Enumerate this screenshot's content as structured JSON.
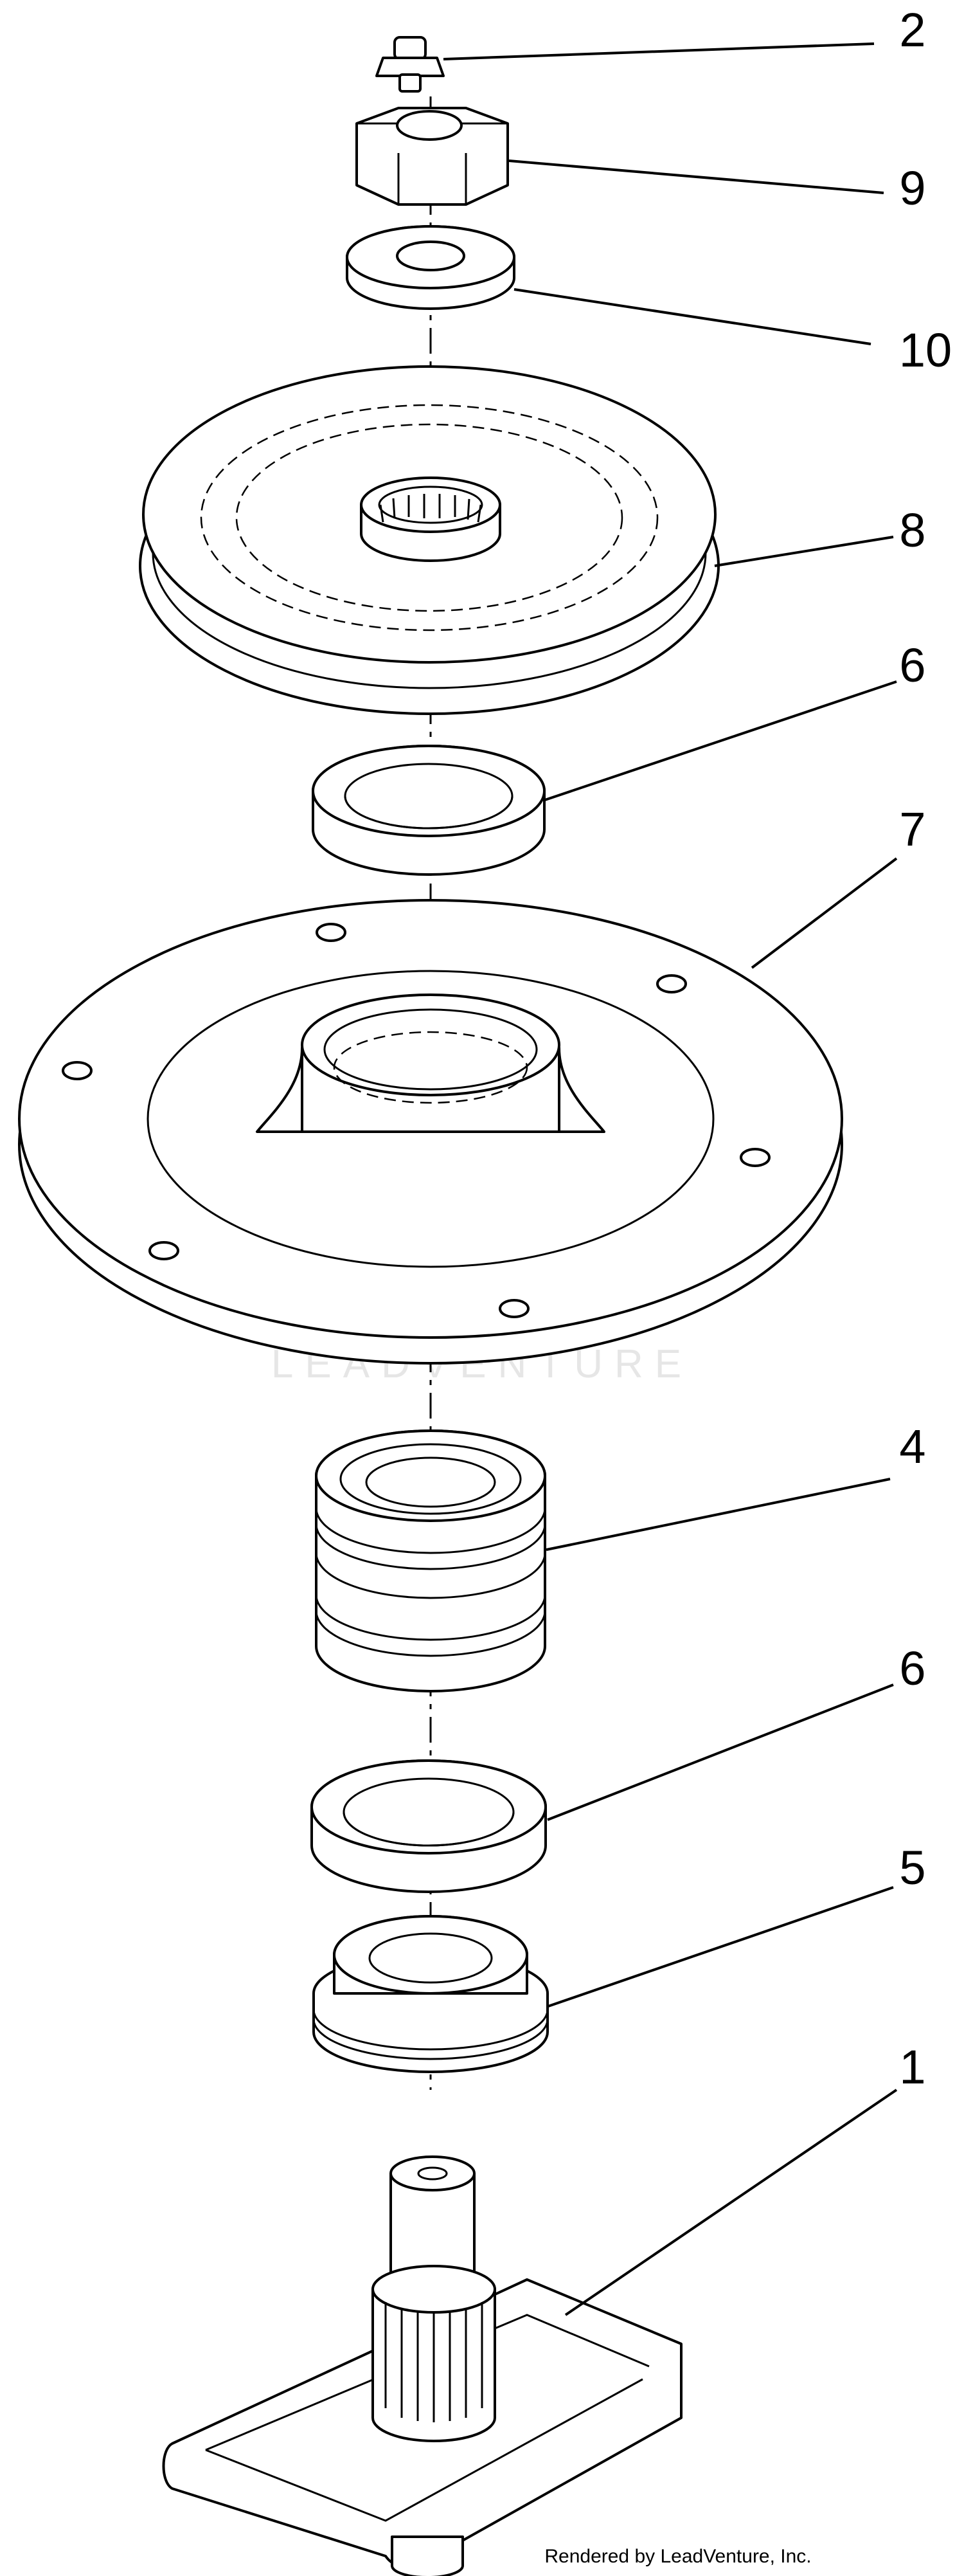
{
  "callouts": [
    {
      "label": "2"
    },
    {
      "label": "9"
    },
    {
      "label": "10"
    },
    {
      "label": "8"
    },
    {
      "label": "6"
    },
    {
      "label": "7"
    },
    {
      "label": "4"
    },
    {
      "label": "6"
    },
    {
      "label": "5"
    },
    {
      "label": "1"
    }
  ],
  "watermark": {
    "text": "LEADVENTURE"
  },
  "footer": {
    "credit": "Rendered by LeadVenture, Inc."
  },
  "colors": {
    "line": "#000000",
    "background": "#ffffff",
    "watermark": "#e6e6e6"
  }
}
